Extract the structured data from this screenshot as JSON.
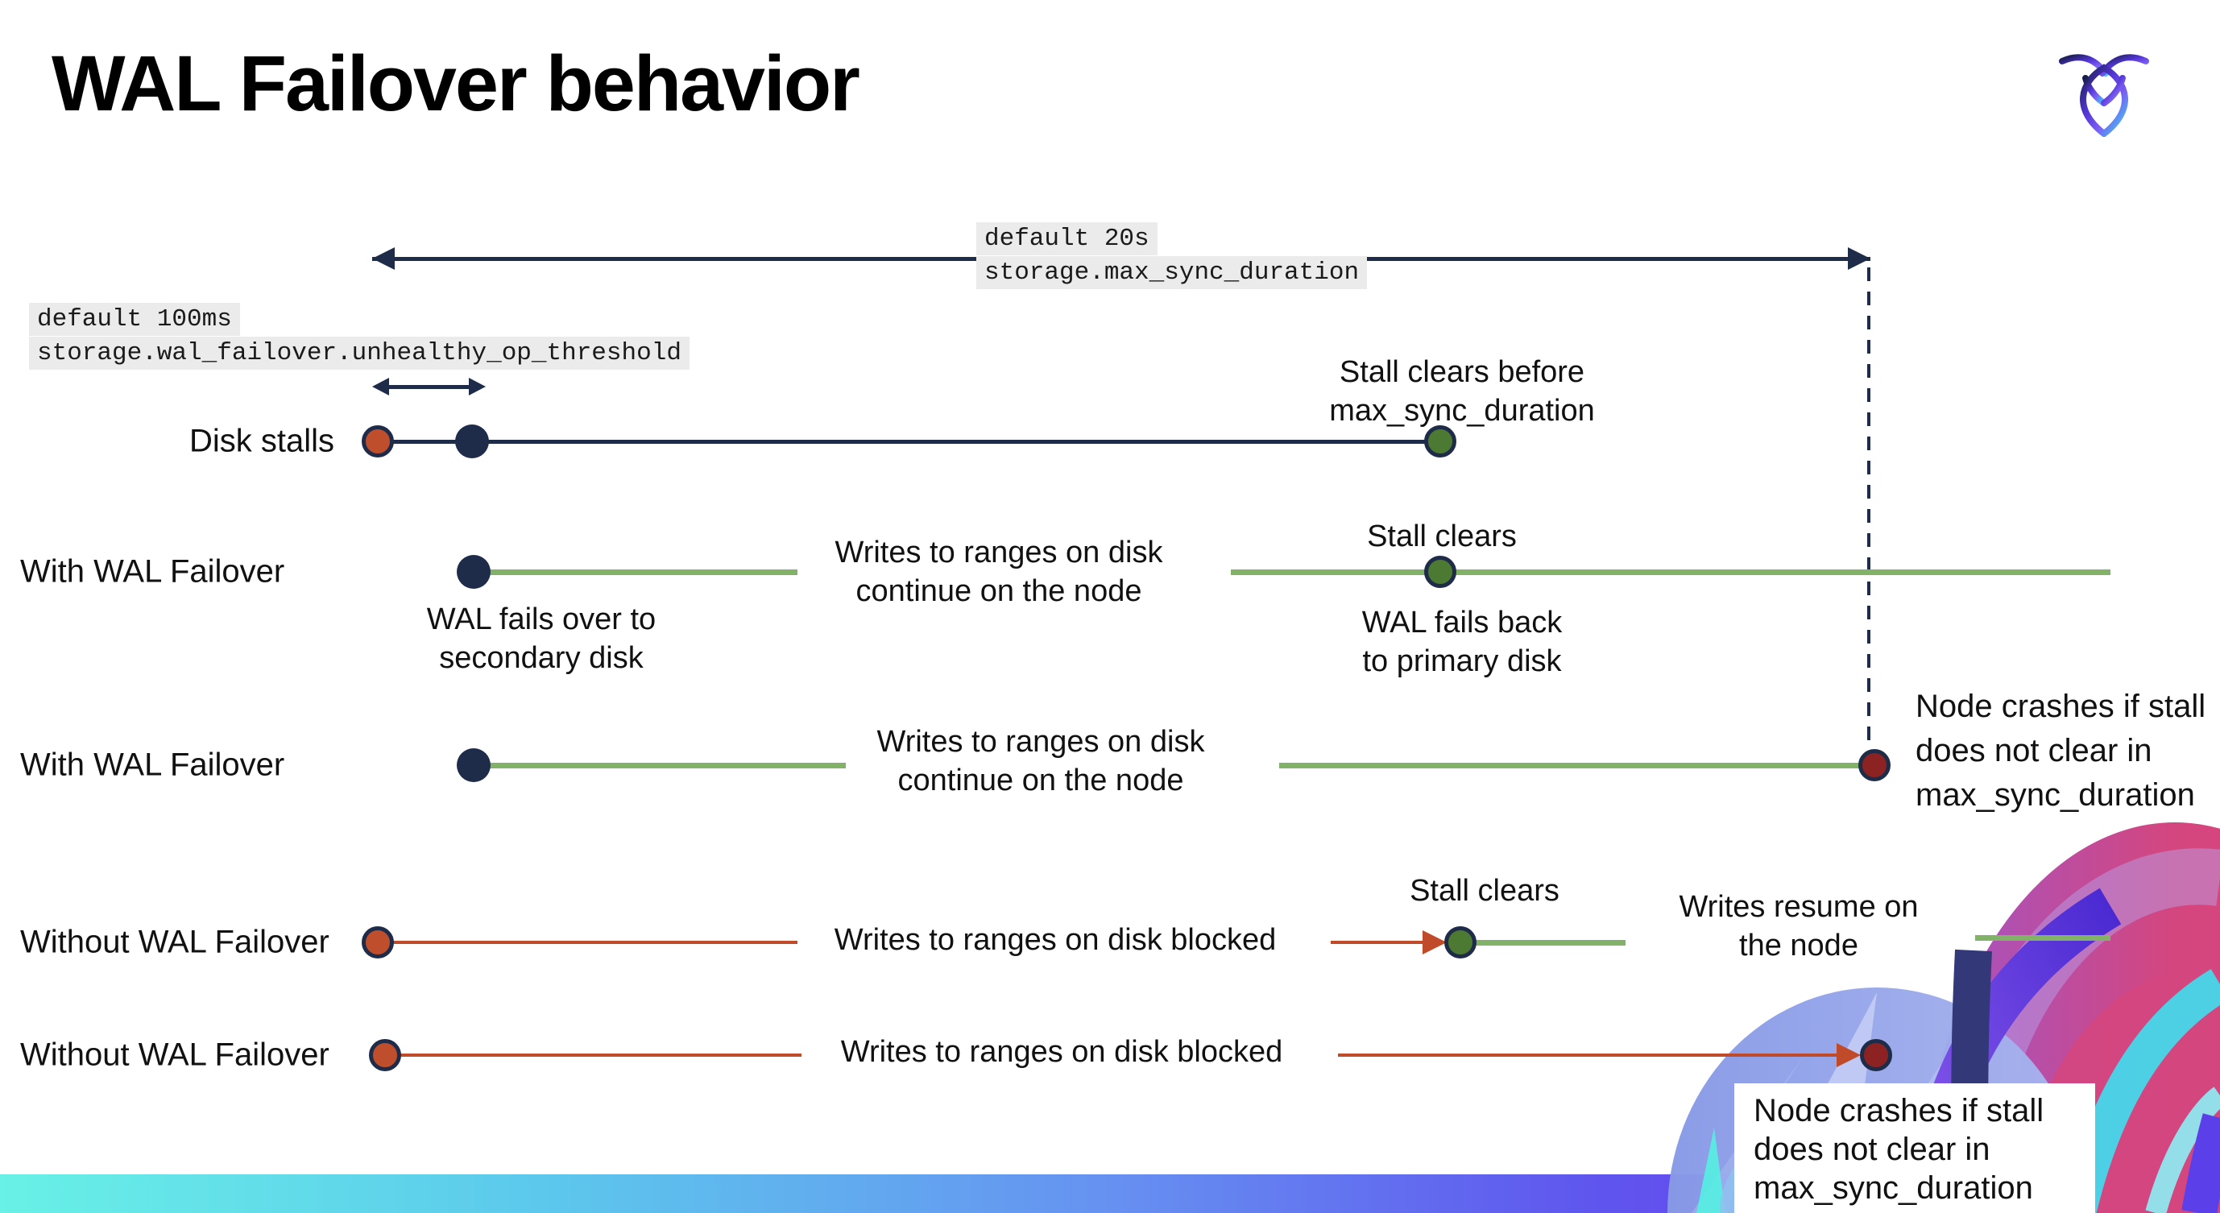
{
  "title": "WAL Failover behavior",
  "logo": "cockroachdb-logo",
  "config_labels": {
    "max_sync_default": "default 20s",
    "max_sync_setting": "storage.max_sync_duration",
    "unhealthy_default": "default 100ms",
    "unhealthy_setting": "storage.wal_failover.unhealthy_op_threshold"
  },
  "rows": [
    {
      "label": "Disk stalls"
    },
    {
      "label": "With WAL Failover"
    },
    {
      "label": "With WAL Failover"
    },
    {
      "label": "Without WAL Failover"
    },
    {
      "label": "Without WAL Failover"
    }
  ],
  "annotations": {
    "stall_clears_before": "Stall clears before\nmax_sync_duration",
    "stall_clears": "Stall clears",
    "writes_continue": "Writes to ranges on disk\ncontinue on the node",
    "wal_fails_over": "WAL fails over to\nsecondary disk",
    "wal_fails_back": "WAL fails  back\nto primary disk",
    "node_crashes": "Node crashes if stall\ndoes not clear in\nmax_sync_duration",
    "writes_blocked": "Writes to ranges on disk  blocked",
    "writes_resume": "Writes resume on\nthe node"
  },
  "colors": {
    "navy": "#1f2c49",
    "red_orange": "#bf4e2d",
    "red_line": "#c04b2b",
    "dark_red": "#8c2322",
    "green_line": "#82b168",
    "green_dot": "#4d7a32",
    "label_bg": "#ebebeb"
  }
}
